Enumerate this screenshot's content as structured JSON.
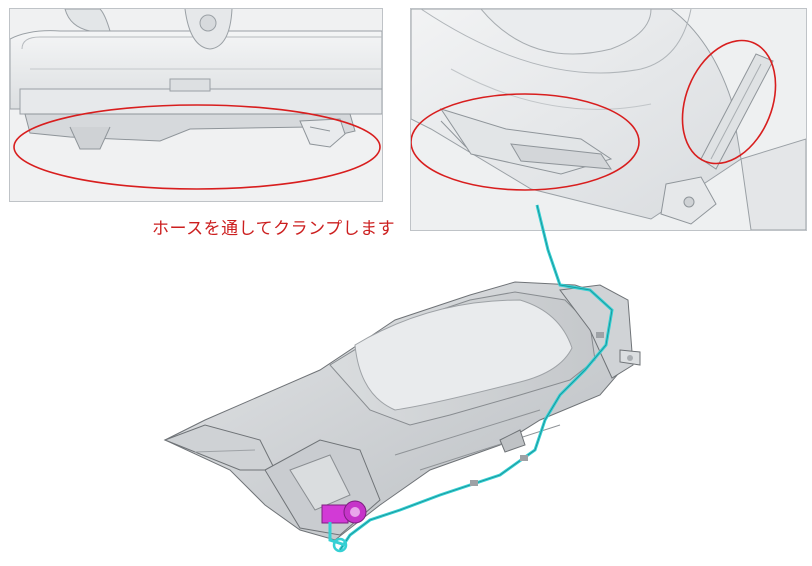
{
  "caption": "ホースを通してクランプします",
  "colors": {
    "highlight_ellipse": "#d81e1e",
    "caption_text": "#cc1f1f",
    "hose": "#35d0d4",
    "connector": "#d23ad6",
    "part_body": "#d4d6d8",
    "part_shadow": "#9ea2a6",
    "part_edge": "#6f7377"
  },
  "panels": [
    {
      "name": "left-detail-view",
      "highlight": "red-ellipse"
    },
    {
      "name": "right-detail-view",
      "highlight": "two-red-ellipses"
    }
  ],
  "main_view": {
    "subject": "tank-assembly",
    "hose": "cyan-hose",
    "connector": "magenta-connector"
  }
}
